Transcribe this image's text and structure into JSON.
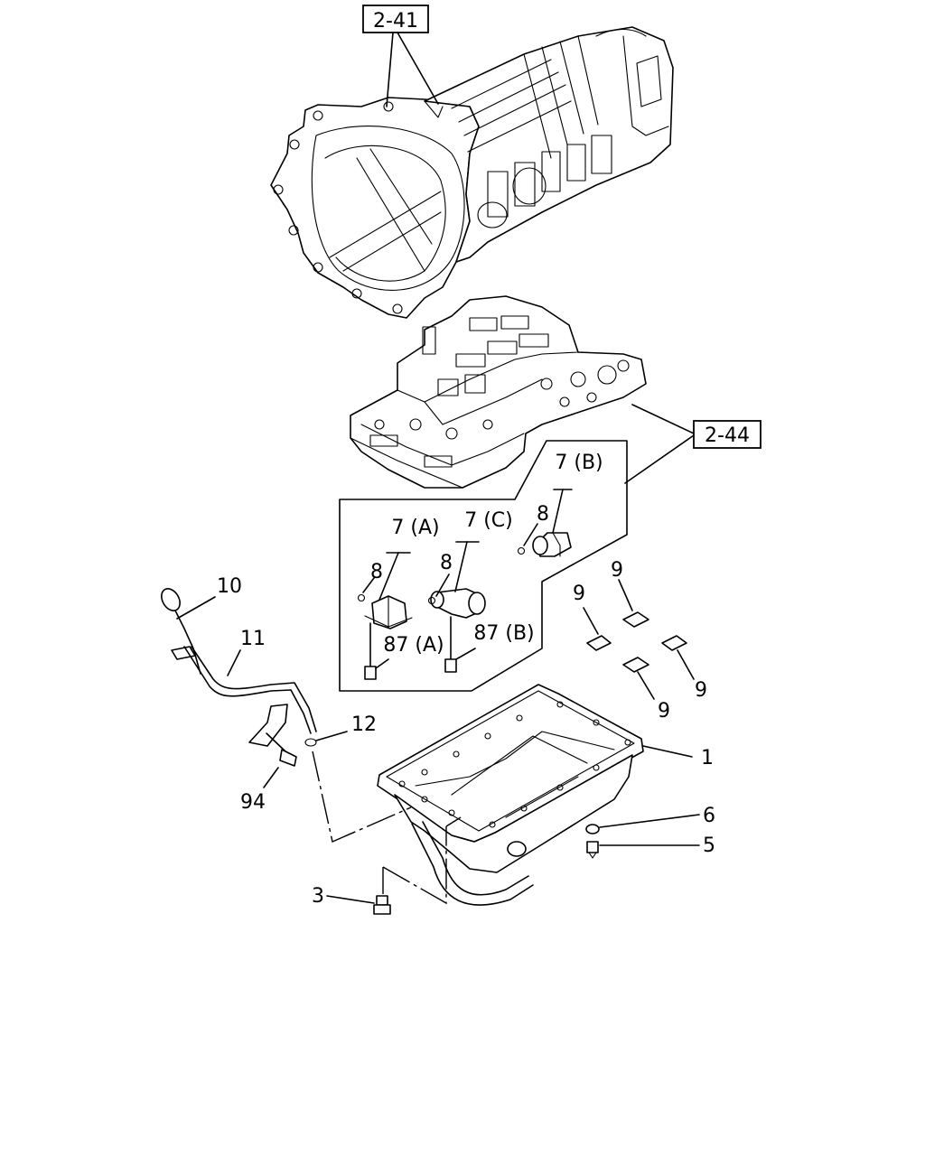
{
  "diagram": {
    "refs": {
      "transmission": "2-41",
      "valve_body": "2-44"
    },
    "callouts": {
      "pan": "1",
      "drain_bolt": "3",
      "drain_plug": "5",
      "plug_washer": "6",
      "solenoid_a": "7 (A)",
      "solenoid_b": "7 (B)",
      "solenoid_c": "7 (C)",
      "oring_a": "8",
      "oring_b": "8",
      "oring_c": "8",
      "magnet_1": "9",
      "magnet_2": "9",
      "magnet_3": "9",
      "magnet_4": "9",
      "dipstick": "10",
      "tube": "11",
      "tube_oring": "12",
      "bolt_a": "87 (A)",
      "bolt_b": "87 (B)",
      "tube_bolt": "94"
    }
  }
}
